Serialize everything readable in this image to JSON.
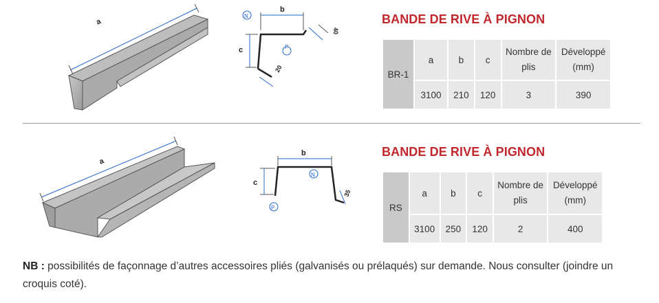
{
  "sections": [
    {
      "title": "BANDE DE RIVE À PIGNON",
      "code": "BR-1",
      "headers": {
        "a": "a",
        "b": "b",
        "c": "c",
        "nombre": "Nombre de plis",
        "developpe": "Développé (mm)"
      },
      "values": {
        "a": "3100",
        "b": "210",
        "c": "120",
        "nombre": "3",
        "developpe": "390"
      },
      "iso_label": "a",
      "profile": {
        "b": "b",
        "c": "c",
        "n": "N",
        "p": "P",
        "angle": "40",
        "fold": "20"
      }
    },
    {
      "title": "BANDE DE RIVE À PIGNON",
      "code": "RS",
      "headers": {
        "a": "a",
        "b": "b",
        "c": "c",
        "nombre": "Nombre de plis",
        "developpe": "Développé (mm)"
      },
      "values": {
        "a": "3100",
        "b": "250",
        "c": "120",
        "nombre": "2",
        "developpe": "400"
      },
      "iso_label": "a",
      "profile": {
        "b": "b",
        "c": "c",
        "n": "N",
        "p": "P",
        "fold": "35"
      }
    }
  ],
  "note": {
    "label": "NB :",
    "text": " possibilités de façonnage d’autres accessoires pliés (galvanisés ou prélaqués) sur demande. Nous consulter (joindre un croquis coté)."
  }
}
